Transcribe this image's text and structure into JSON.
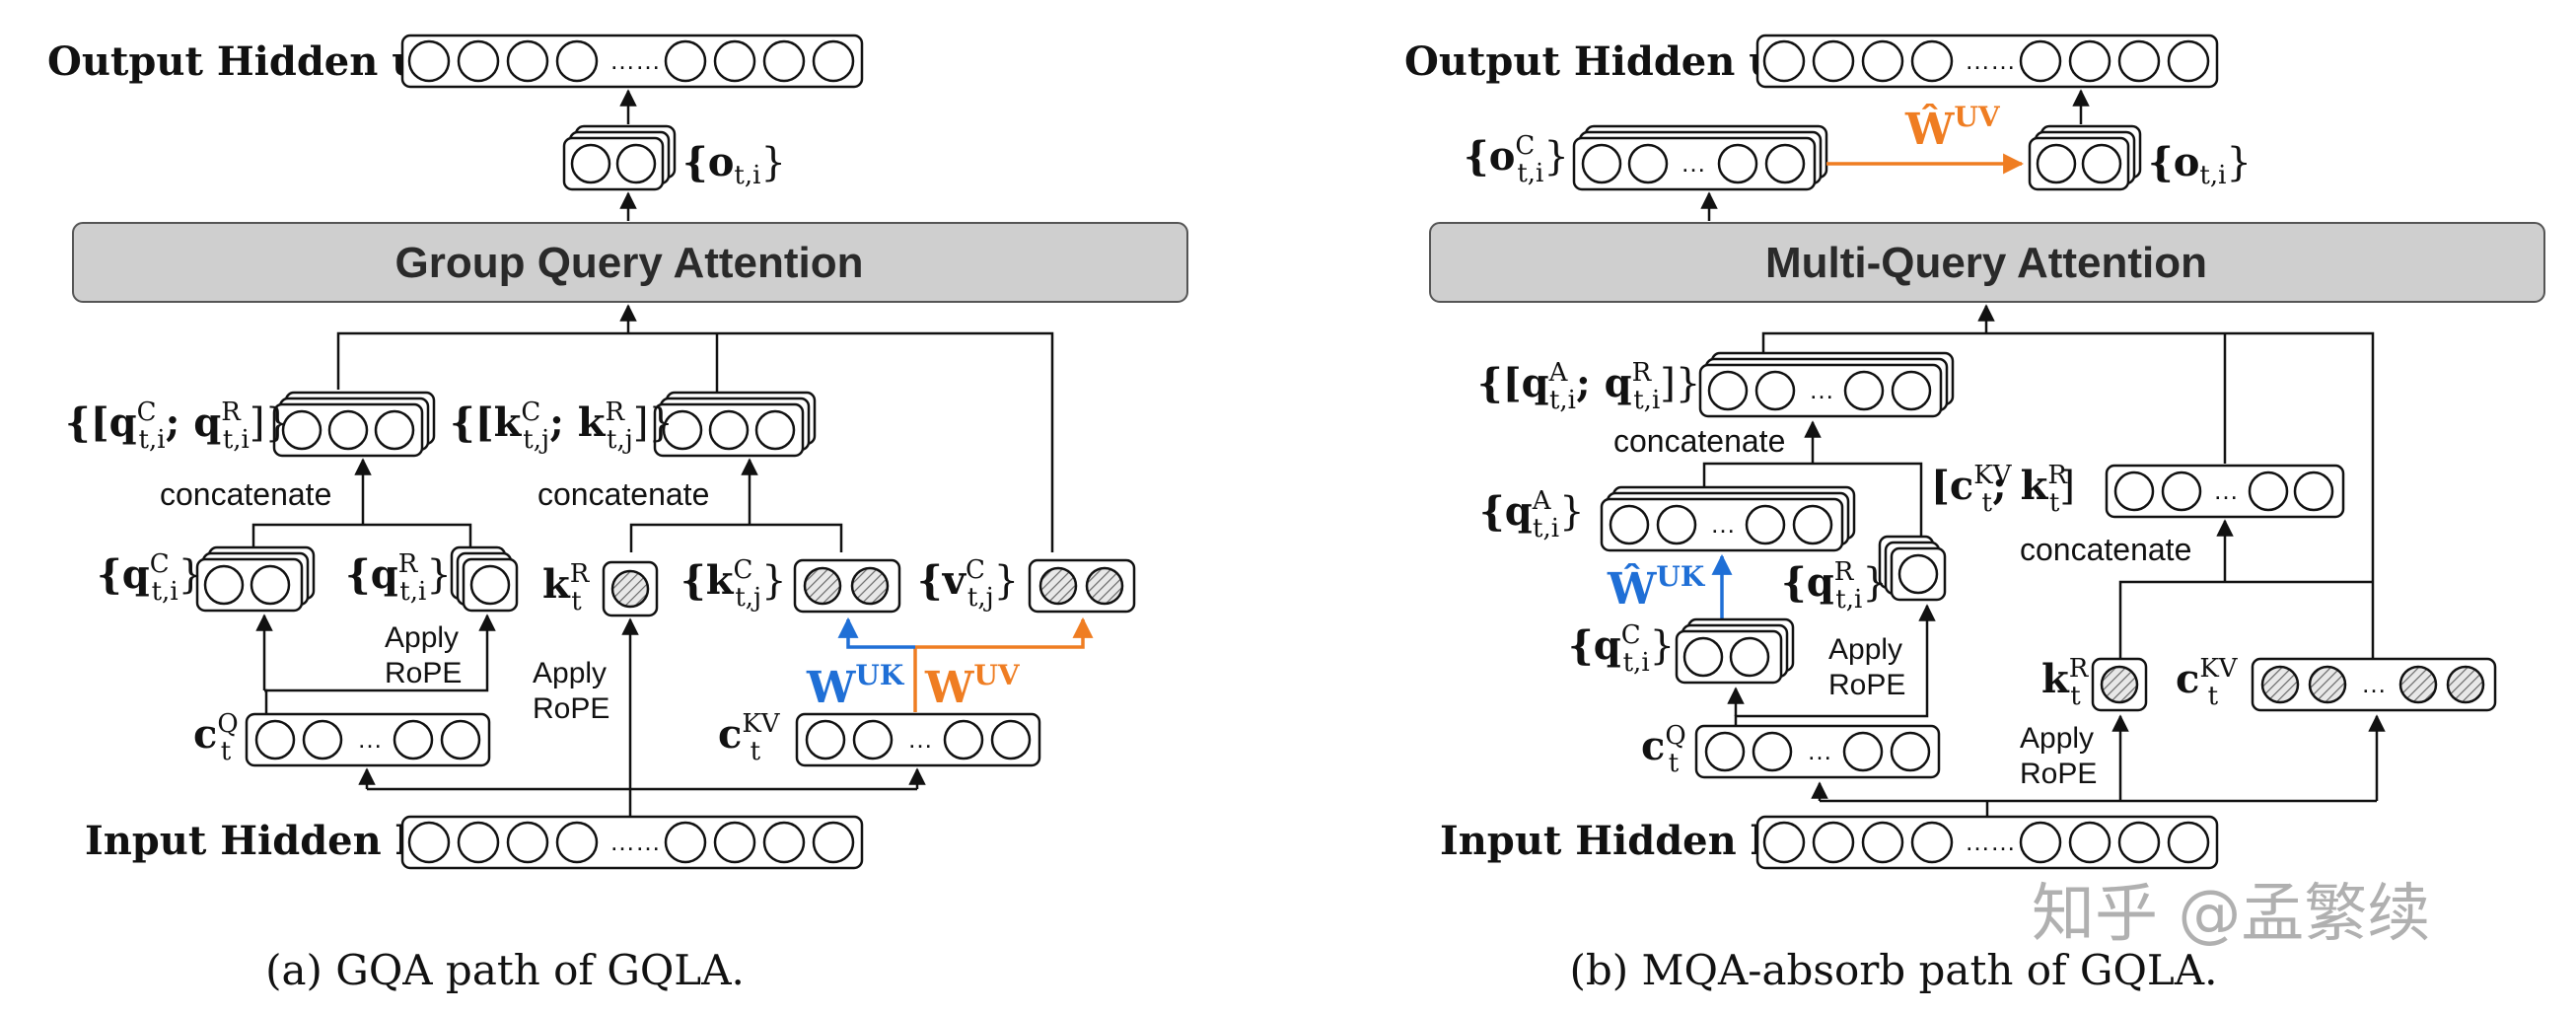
{
  "colors": {
    "blue_accent": "#1f6fd6",
    "orange_accent": "#ef7d22",
    "attention_bar_fill": "#cfcfcf",
    "vector_node_hatch": "#6a6a6a"
  },
  "panel_a": {
    "output_label": "Output Hidden u",
    "output_sub": "t",
    "o_label": "{o",
    "o_sub": "t,i",
    "o_close": "}",
    "attention_title": "Group Query Attention",
    "q_concat_label": "{[q",
    "q_concat_sup1": "C",
    "q_concat_sub1": "t,i",
    "q_concat_mid": "; q",
    "q_concat_sup2": "R",
    "q_concat_sub2": "t,i",
    "q_concat_close": "]}",
    "k_concat_label": "{[k",
    "k_concat_sup1": "C",
    "k_concat_sub1": "t,j",
    "k_concat_mid": "; k",
    "k_concat_sup2": "R",
    "k_concat_sub2": "t,j",
    "k_concat_close": "]}",
    "concatenate_q": "concatenate",
    "concatenate_k": "concatenate",
    "qc_label": "{q",
    "qc_sup": "C",
    "qc_sub": "t,i",
    "qc_close": "}",
    "qr_label": "{q",
    "qr_sup": "R",
    "qr_sub": "t,i",
    "qr_close": "}",
    "kr_label": "k",
    "kr_sup": "R",
    "kr_sub": "t",
    "kc_label": "{k",
    "kc_sup": "C",
    "kc_sub": "t,j",
    "kc_close": "}",
    "vc_label": "{v",
    "vc_sup": "C",
    "vc_sub": "t,j",
    "vc_close": "}",
    "apply_rope_q_1": "Apply",
    "apply_rope_q_2": "RoPE",
    "apply_rope_k_1": "Apply",
    "apply_rope_k_2": "RoPE",
    "w_uk": "W",
    "w_uk_sup": "UK",
    "w_uv": "W",
    "w_uv_sup": "UV",
    "cq_label": "c",
    "cq_sup": "Q",
    "cq_sub": "t",
    "ckv_label": "c",
    "ckv_sup": "KV",
    "ckv_sub": "t",
    "input_label": "Input Hidden h",
    "input_sub": "t",
    "ellipsis": "…",
    "dots": "……",
    "caption": "(a) GQA path of GQLA."
  },
  "panel_b": {
    "output_label": "Output Hidden u",
    "output_sub": "t",
    "oc_label": "{o",
    "oc_sup": "C",
    "oc_sub": "t,i",
    "oc_close": "}",
    "w_uv_hat": "Ŵ",
    "w_uv_hat_sup": "UV",
    "o_label": "{o",
    "o_sub": "t,i",
    "o_close": "}",
    "attention_title": "Multi-Query Attention",
    "qa_concat_label": "{[q",
    "qa_concat_sup1": "A",
    "qa_concat_sub1": "t,i",
    "qa_concat_mid": "; q",
    "qa_concat_sup2": "R",
    "qa_concat_sub2": "t,i",
    "qa_concat_close": "]}",
    "concatenate_q": "concatenate",
    "concatenate_k": "concatenate",
    "qa_label": "{q",
    "qa_sup": "A",
    "qa_sub": "t,i",
    "qa_close": "}",
    "ckv_kr_label": "[c",
    "ckv_kr_sup1": "KV",
    "ckv_kr_sub1": "t",
    "ckv_kr_mid": "; k",
    "ckv_kr_sup2": "R",
    "ckv_kr_sub2": "t",
    "ckv_kr_close": "]",
    "w_uk_hat": "Ŵ",
    "w_uk_hat_sup": "UK",
    "qr_label": "{q",
    "qr_sup": "R",
    "qr_sub": "t,i",
    "qr_close": "}",
    "qc_label": "{q",
    "qc_sup": "C",
    "qc_sub": "t,i",
    "qc_close": "}",
    "apply_rope_q_1": "Apply",
    "apply_rope_q_2": "RoPE",
    "kr_label": "k",
    "kr_sup": "R",
    "kr_sub": "t",
    "ckv_label": "c",
    "ckv_sup": "KV",
    "ckv_sub": "t",
    "apply_rope_k_1": "Apply",
    "apply_rope_k_2": "RoPE",
    "cq_label": "c",
    "cq_sup": "Q",
    "cq_sub": "t",
    "input_label": "Input Hidden h",
    "input_sub": "t",
    "ellipsis": "…",
    "dots": "……",
    "caption": "(b) MQA-absorb path of GQLA."
  },
  "watermark": "知乎 @孟繁续"
}
